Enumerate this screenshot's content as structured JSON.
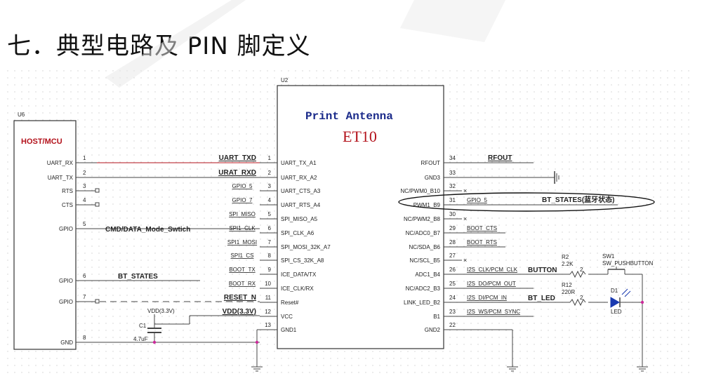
{
  "heading": "七．典型电路及 PIN 脚定义",
  "colors": {
    "red": "#b3121b",
    "wire": "#444444",
    "ink": "#222222",
    "junction": "#cc2a9a"
  },
  "host": {
    "ref": "U6",
    "name": "HOST/MCU",
    "pins": [
      {
        "no": "1",
        "label": "UART_RX"
      },
      {
        "no": "2",
        "label": "UART_TX"
      },
      {
        "no": "3",
        "label": "RTS"
      },
      {
        "no": "4",
        "label": "CTS"
      },
      {
        "no": "5",
        "label": "GPIO"
      },
      {
        "no": "6",
        "label": "GPIO"
      },
      {
        "no": "7",
        "label": "GPIO"
      },
      {
        "no": "8",
        "label": "GND"
      }
    ]
  },
  "module": {
    "ref": "U2",
    "title": "Print  Antenna",
    "model": "ET10",
    "left_pins": [
      {
        "no": "1",
        "label": "UART_TX_A1",
        "net": "UART_TXD"
      },
      {
        "no": "2",
        "label": "UART_RX_A2",
        "net": "URAT_RXD"
      },
      {
        "no": "3",
        "label": "UART_CTS_A3",
        "net": "GPIO_5"
      },
      {
        "no": "4",
        "label": "UART_RTS_A4",
        "net": "GPIO_7"
      },
      {
        "no": "5",
        "label": "SPI_MISO_A5",
        "net": "SPI_MISO"
      },
      {
        "no": "6",
        "label": "SPI_CLK_A6",
        "net": "SPI1_CLK"
      },
      {
        "no": "7",
        "label": "SPI_MOSI_32K_A7",
        "net": "SPI1_MOSI"
      },
      {
        "no": "8",
        "label": "SPI_CS_32K_A8",
        "net": "SPI1_CS"
      },
      {
        "no": "9",
        "label": "ICE_DATA/TX",
        "net": "BOOT_TX"
      },
      {
        "no": "10",
        "label": "ICE_CLK/RX",
        "net": "BOOT_RX"
      },
      {
        "no": "11",
        "label": "Reset#",
        "net": "RESET_N"
      },
      {
        "no": "12",
        "label": "VCC",
        "net": "VDD(3.3V)"
      },
      {
        "no": "13",
        "label": "GND1",
        "net": ""
      }
    ],
    "right_pins": [
      {
        "no": "34",
        "label": "RFOUT",
        "net": "RFOUT"
      },
      {
        "no": "33",
        "label": "GND3",
        "net": ""
      },
      {
        "no": "32",
        "label": "NC/PWM0_B10",
        "net": ""
      },
      {
        "no": "31",
        "label": "PWM1_B9",
        "net": "GPIO_5"
      },
      {
        "no": "30",
        "label": "NC/PWM2_B8",
        "net": ""
      },
      {
        "no": "29",
        "label": "NC/ADC0_B7",
        "net": "BOOT_CTS"
      },
      {
        "no": "28",
        "label": "NC/SDA_B6",
        "net": "BOOT_RTS"
      },
      {
        "no": "27",
        "label": "NC/SCL_B5",
        "net": ""
      },
      {
        "no": "26",
        "label": "ADC1_B4",
        "net": "I2S_CLK/PCM_CLK"
      },
      {
        "no": "25",
        "label": "NC/ADC2_B3",
        "net": "I2S_DO/PCM_OUT"
      },
      {
        "no": "24",
        "label": "LINK_LED_B2",
        "net": "I2S_DI/PCM_IN"
      },
      {
        "no": "23",
        "label": "B1",
        "net": "I2S_WS/PCM_SYNC"
      },
      {
        "no": "22",
        "label": "GND2",
        "net": ""
      }
    ]
  },
  "annotations": {
    "cmd_mode": "CMD/DATA_Mode_Swtich",
    "bt_states_left": "BT_STATES",
    "bt_states_right": "BT_STATES(蓝牙状态)",
    "button": "BUTTON",
    "bt_led": "BT_LED"
  },
  "parts": {
    "cap_ref": "C1",
    "cap_value": "4.7uF",
    "vdd_label": "VDD(3.3V)",
    "r2_ref": "R2",
    "r2_value": "2.2K",
    "r12_ref": "R12",
    "r12_value": "220R",
    "sw_ref": "SW1",
    "sw_name": "SW_PUSHBUTTON",
    "led_ref": "D1",
    "led_name": "LED",
    "res_pin": "2"
  }
}
